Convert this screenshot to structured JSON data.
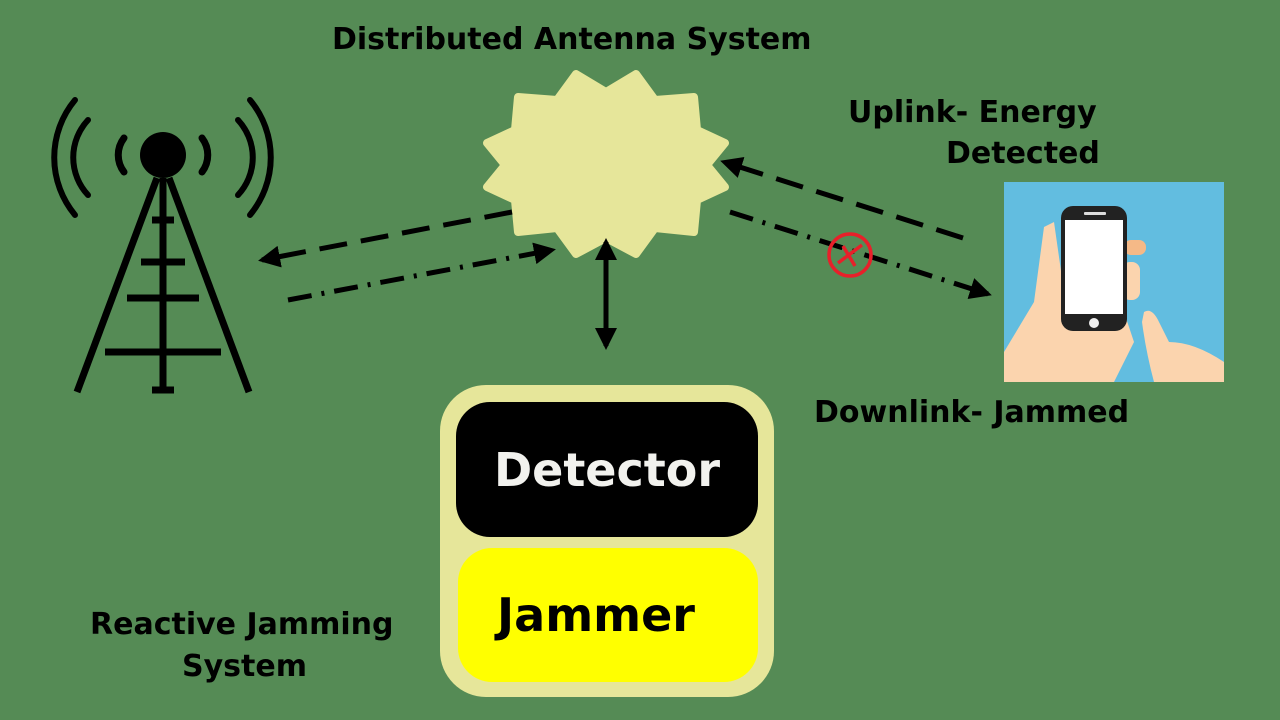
{
  "title": "Distributed Antenna System",
  "labels": {
    "uplink_line1": "Uplink- Energy",
    "uplink_line2": "Detected",
    "downlink": "Downlink- Jammed",
    "reactive_line1": "Reactive Jamming",
    "reactive_line2": "System"
  },
  "blocks": {
    "detector": "Detector",
    "jammer": "Jammer"
  },
  "colors": {
    "background": "#558b55",
    "das_star": "#e6e69a",
    "detector_fill": "#000000",
    "jammer_fill": "#ffff00",
    "phone_bg": "#62bde0",
    "blocked_mark": "#e8202a"
  },
  "icons": {
    "tower": "cell-tower-icon",
    "phone": "smartphone-in-hand-icon",
    "blocked": "blocked-x-icon"
  }
}
